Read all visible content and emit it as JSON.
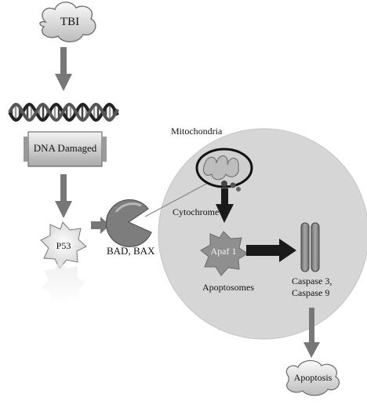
{
  "diagram": {
    "trigger": "TBI",
    "dna_box": "DNA Damaged",
    "p53": "P53",
    "bad_bax": "BAD, BAX",
    "mitochondria": "Mitochondria",
    "cytochrome": "Cytochrome C",
    "apaf": "Apaf 1",
    "apoptosomes": "Apoptosomes",
    "caspase_line1": "Caspase 3,",
    "caspase_line2": "Caspase 9",
    "outcome": "Apoptosis"
  },
  "colors": {
    "arrow_gray": "#777777",
    "pacman": "#7d7d7d",
    "cell_fill": "#d6d6d6",
    "caspase": "#8a8a8a",
    "dark_arrow": "#1a1a1a"
  }
}
